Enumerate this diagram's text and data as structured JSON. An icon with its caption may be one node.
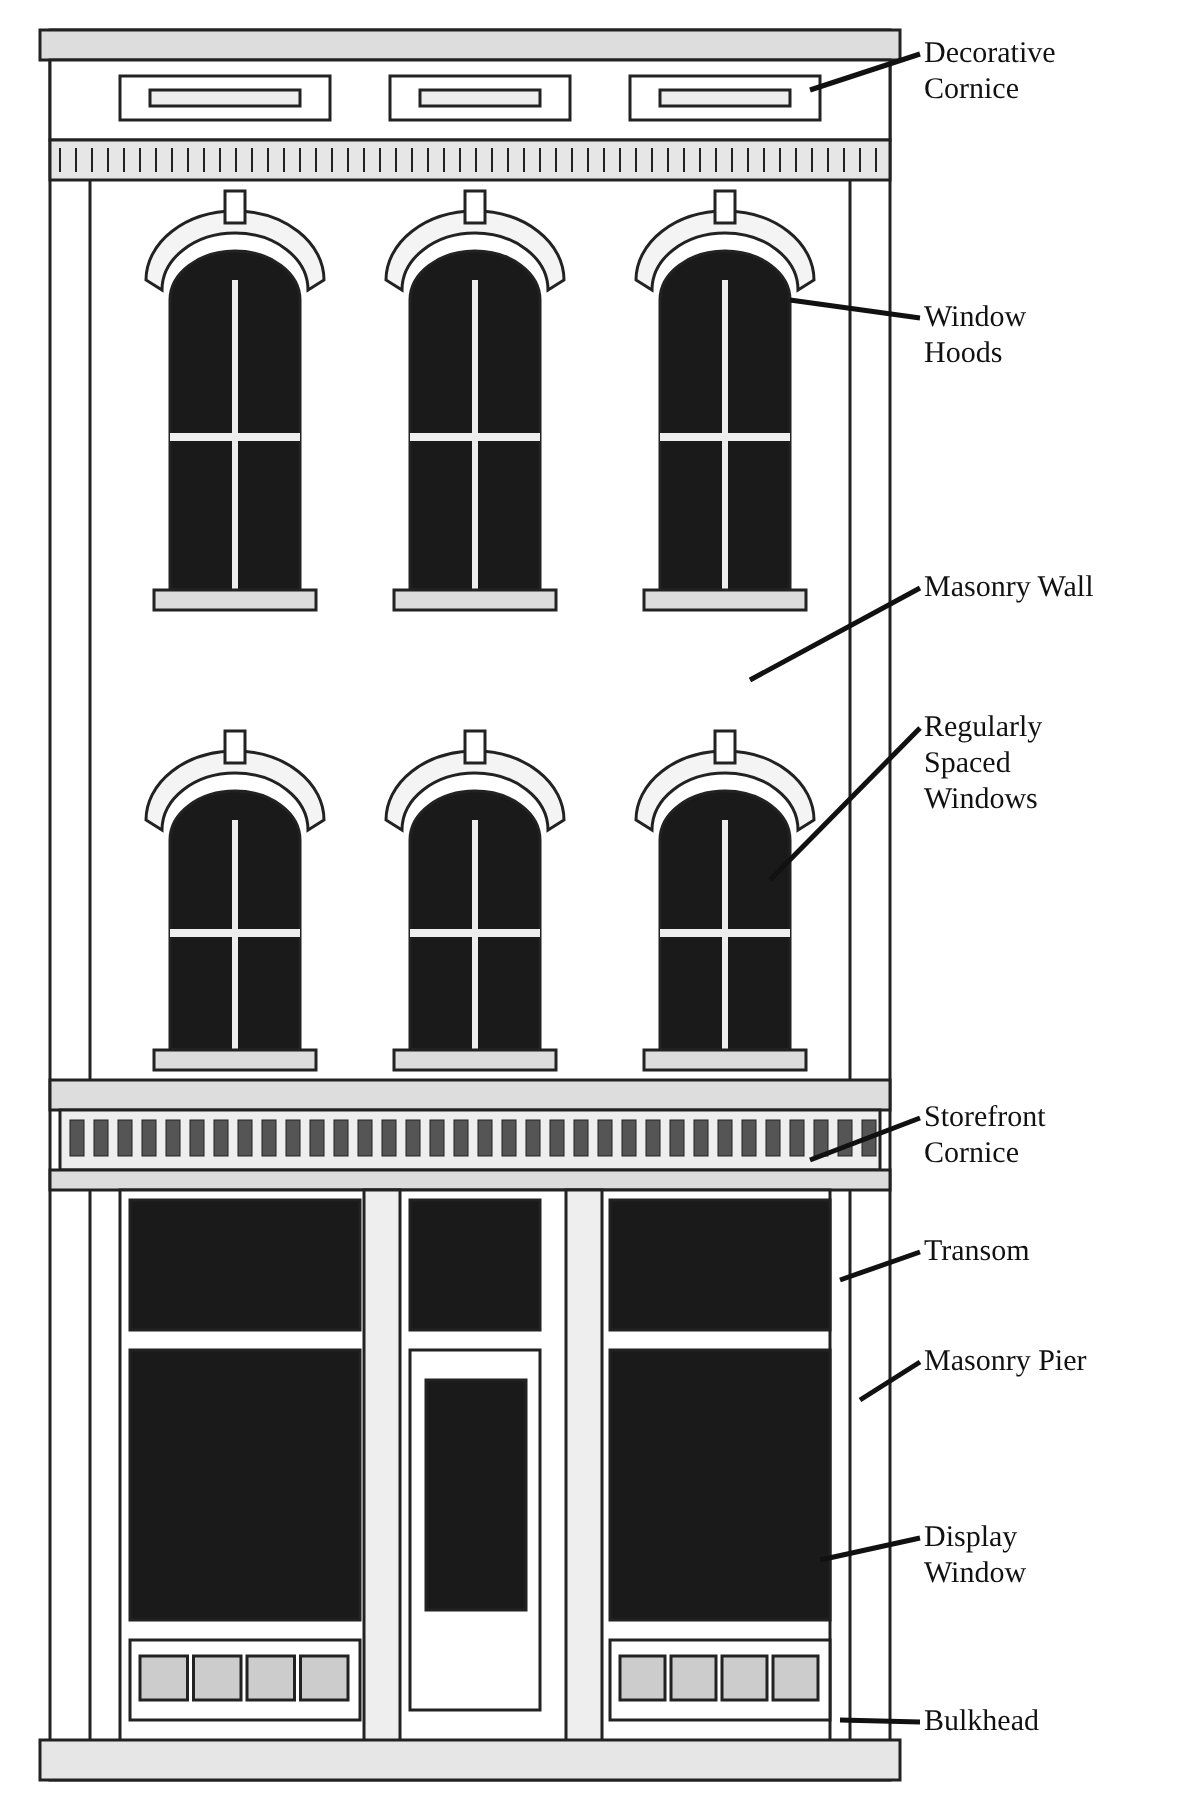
{
  "diagram": {
    "nodes": [
      {
        "text": [
          "Decorative Cornice"
        ]
      },
      {
        "text": [
          "Window Hoods"
        ]
      },
      {
        "text": [
          "Masonry Wall"
        ]
      },
      {
        "text": [
          "Regularly Spaced Windows"
        ]
      },
      {
        "text": [
          "Storefront Cornice"
        ]
      },
      {
        "text": [
          "Transom"
        ]
      },
      {
        "text": [
          "Masonry Pier"
        ]
      },
      {
        "text": [
          "Display Window"
        ]
      },
      {
        "text": [
          "Bulkhead"
        ]
      }
    ],
    "edges": [
      {
        "from": 0,
        "to": null,
        "arrow": "none"
      },
      {
        "from": 1,
        "to": null,
        "arrow": "none"
      },
      {
        "from": 2,
        "to": null,
        "arrow": "none"
      },
      {
        "from": 3,
        "to": null,
        "arrow": "none"
      },
      {
        "from": 4,
        "to": null,
        "arrow": "none"
      },
      {
        "from": 5,
        "to": null,
        "arrow": "none"
      },
      {
        "from": 6,
        "to": null,
        "arrow": "none"
      },
      {
        "from": 7,
        "to": null,
        "arrow": "none"
      },
      {
        "from": 8,
        "to": null,
        "arrow": "none"
      }
    ]
  }
}
